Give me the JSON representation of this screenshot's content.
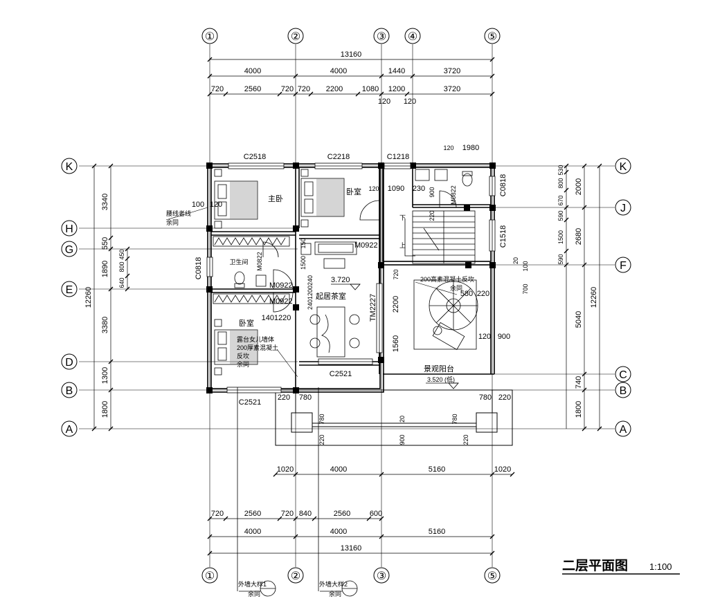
{
  "axes_top": [
    "①",
    "②",
    "③",
    "④",
    "⑤"
  ],
  "axes_bottom": [
    "①",
    "②",
    "③",
    "⑤"
  ],
  "axes_left": [
    "K",
    "H",
    "G",
    "E",
    "D",
    "B",
    "A"
  ],
  "axes_right": [
    "K",
    "J",
    "F",
    "C",
    "B",
    "A"
  ],
  "dims": {
    "top_total": "13160",
    "top_row2": [
      "4000",
      "4000",
      "1440",
      "3720"
    ],
    "top_row3": [
      "720",
      "2560",
      "720",
      "720",
      "2200",
      "1080",
      "1200",
      "3720"
    ],
    "top_120": [
      "120",
      "120"
    ],
    "bal_row1": [
      "1020",
      "4000",
      "5160",
      "1020"
    ],
    "bot_row1": [
      "720",
      "2560",
      "720",
      "840",
      "2560",
      "600"
    ],
    "bot_row2": [
      "4000",
      "4000",
      "5160"
    ],
    "bot_total": "13160",
    "left_outer": "12260",
    "left_inner": [
      "3340",
      "550",
      "1890",
      "3380",
      "1300",
      "1800"
    ],
    "left_small": [
      "450",
      "800",
      "640"
    ],
    "right_outer": "12260",
    "right_col1": [
      "2000",
      "2680",
      "5040",
      "740",
      "1800"
    ],
    "right_col2": [
      "530",
      "800",
      "670",
      "590",
      "1500",
      "590"
    ]
  },
  "windows": {
    "c2518": "C2518",
    "c2218": "C2218",
    "c1218": "C1218",
    "c0818_r": "C0818",
    "c1518": "C1518",
    "c0818_l": "C0818",
    "c2521_b": "C2521",
    "c2521_c": "C2521",
    "tm2227": "TM2227"
  },
  "doors": {
    "m0922_a": "M0922",
    "m0922_b": "M0922",
    "m0922_c": "M0922",
    "m0822_a": "M0822",
    "m0822_b": "M0822"
  },
  "rooms": {
    "master": "主卧",
    "bed2": "卧室",
    "bath": "卫生间",
    "bed3": "卧室",
    "living": "起居茶室",
    "balcony": "景观阳台",
    "down": "下",
    "up": "上"
  },
  "elevations": {
    "living": "3.720",
    "balcony": "3.520 (低)"
  },
  "notes": {
    "waist_line": "腰线者线",
    "waist_same": "余同",
    "parapet1": "露台女儿墙体",
    "parapet2": "200厚素混凝土",
    "parapet3": "反坎",
    "parapet4": "余同",
    "curb": "200高素混凝土反坎",
    "curb_same": "余同",
    "wall1": "外墙大样1",
    "wall2": "外墙大样2",
    "same1": "余同",
    "same2": "余同"
  },
  "misc": {
    "t1980": "1980",
    "t120a": "120",
    "t1090": "1090",
    "t230": "230",
    "t900a": "900",
    "t120b": "120",
    "t220a": "220",
    "t100a": "100",
    "t120c": "120",
    "t1500": "1500",
    "t1401220": "1401220",
    "t240": "2401200240",
    "t720": "720",
    "t2200": "2200",
    "t1560": "1560",
    "t580": "580",
    "t220b": "220",
    "t120d": "120",
    "t900b": "900",
    "t20": "20",
    "t100b": "100",
    "t700": "700",
    "t220c": "220",
    "t780a": "780",
    "t780b": "780",
    "t220d": "220",
    "t780c": "780",
    "t220e": "220",
    "t20b": "20",
    "t780d": "780",
    "t900c": "900",
    "t220f": "220",
    "t150": "150"
  },
  "sheet": {
    "title": "二层平面图",
    "scale": "1:100"
  }
}
